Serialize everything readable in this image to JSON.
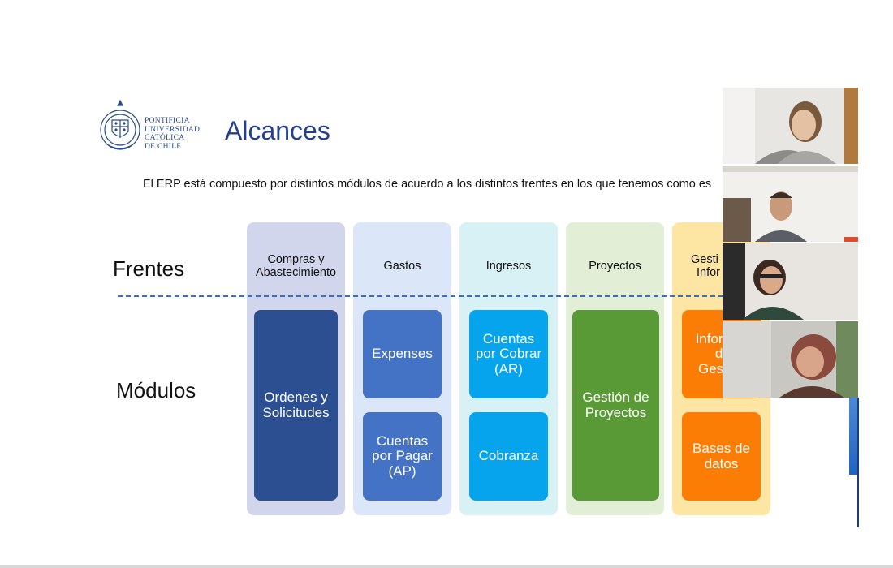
{
  "logo": {
    "lines": [
      "PONTIFICIA",
      "UNIVERSIDAD",
      "CATÓLICA",
      "DE CHILE"
    ]
  },
  "slide": {
    "title": "Alcances",
    "subtitle": "El ERP está compuesto por distintos módulos de acuerdo a los distintos frentes en los que tenemos como es",
    "row_labels": {
      "frentes": "Frentes",
      "modulos": "Módulos"
    }
  },
  "columns": [
    {
      "header": [
        "Compras y",
        "Abastecimiento"
      ],
      "modules": [
        {
          "label": [
            "Ordenes y",
            "Solicitudes"
          ]
        }
      ]
    },
    {
      "header": [
        "Gastos"
      ],
      "modules": [
        {
          "label": [
            "Expenses"
          ]
        },
        {
          "label": [
            "Cuentas",
            "por Pagar",
            "(AP)"
          ]
        }
      ]
    },
    {
      "header": [
        "Ingresos"
      ],
      "modules": [
        {
          "label": [
            "Cuentas",
            "por Cobrar",
            "(AR)"
          ]
        },
        {
          "label": [
            "Cobranza"
          ]
        }
      ]
    },
    {
      "header": [
        "Proyectos"
      ],
      "modules": [
        {
          "label": [
            "Gestión de",
            "Proyectos"
          ]
        }
      ]
    },
    {
      "header": [
        "Gesti",
        "Infor"
      ],
      "modules": [
        {
          "label": [
            "Infor",
            "d",
            "Ges"
          ]
        },
        {
          "label": [
            "Bases de",
            "datos"
          ]
        }
      ]
    }
  ],
  "colors": {
    "title": "#233f8f",
    "col_bg": [
      "#d2d6ec",
      "#dbe6f8",
      "#d7f1f4",
      "#e2eed6",
      "#fde5a3"
    ],
    "module_bg": [
      "#2c4f91",
      "#4472c4",
      "#07a4ee",
      "#5a9a36",
      "#fb7d06"
    ],
    "dash": "#3a6fc0"
  },
  "participants": [
    {
      "name": "participant-1"
    },
    {
      "name": "participant-2"
    },
    {
      "name": "participant-3"
    },
    {
      "name": "participant-4"
    }
  ]
}
